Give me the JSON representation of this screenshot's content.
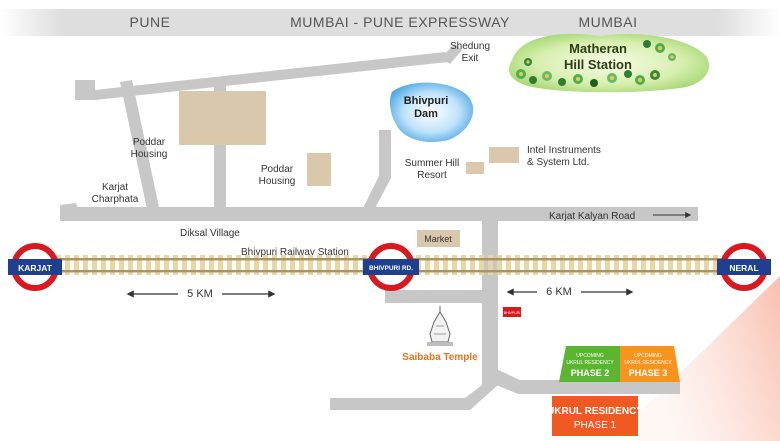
{
  "header": {
    "left": "PUNE",
    "center": "MUMBAI - PUNE EXPRESSWAY",
    "right": "MUMBAI"
  },
  "labels": {
    "shedung_line1": "Shedung",
    "shedung_line2": "Exit",
    "matheran_line1": "Matheran",
    "matheran_line2": "Hill Station",
    "dam_line1": "Bhivpuri",
    "dam_line2": "Dam",
    "poddar_a_line1": "Poddar",
    "poddar_a_line2": "Housing",
    "poddar_b_line1": "Poddar",
    "poddar_b_line2": "Housing",
    "summer_line1": "Summer Hill",
    "summer_line2": "Resort",
    "intel_line1": "Intel Instruments",
    "intel_line2": "& System Ltd.",
    "karjat_charphata_line1": "Karjat",
    "karjat_charphata_line2": "Charphata",
    "karjat_kalyan_road": "Karjat Kalyan Road",
    "diksal_village": "Diksal Village",
    "railway_station": "Bhivpuri Railway Station",
    "market": "Market",
    "temple": "Saibaba Temple",
    "distance_left": "5 KM",
    "distance_right": "6 KM",
    "signboard": "BHIVPURI"
  },
  "stations": {
    "karjat": "KARJAT",
    "bhivpuri": "BHIVPURI RD.",
    "neral": "NERAL"
  },
  "projects": {
    "phase2_line1": "UPCOMING",
    "phase2_line2": "UKRUL RESIDENCY",
    "phase2_line3": "PHASE 2",
    "phase3_line1": "UPCOMING",
    "phase3_line2": "UKRUL RESIDENCY",
    "phase3_line3": "PHASE 3",
    "phase1_line1": "UKRUL RESIDENCY",
    "phase1_line2": "PHASE 1"
  },
  "colors": {
    "road": "#c7c7c7",
    "header_band": "#dedede",
    "rail": "#e8d7a0",
    "station_red": "#d71920",
    "station_blue": "#1f3f8f",
    "phase1": "#f05a22",
    "phase2": "#5cb531",
    "phase3": "#f7941d",
    "plot": "#d9c8ac",
    "dam_water": "#3f9fe0"
  }
}
